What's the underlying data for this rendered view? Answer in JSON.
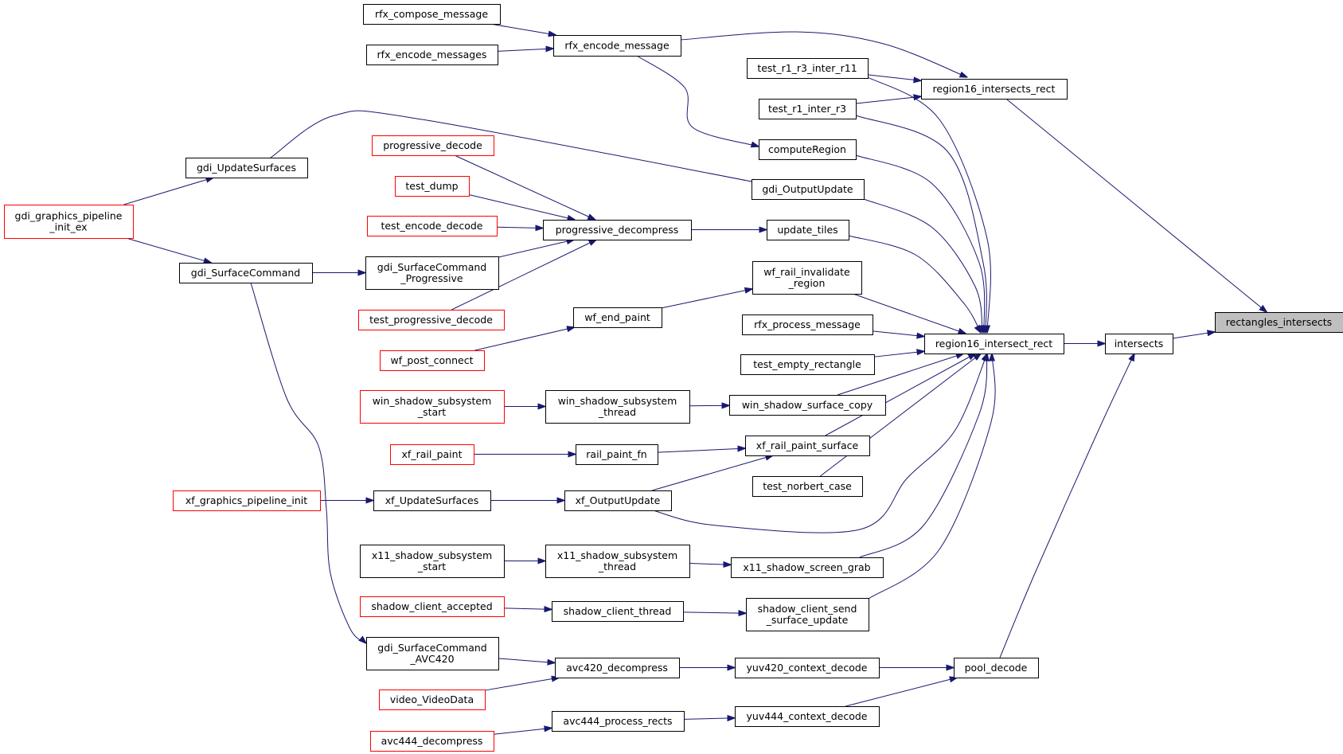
{
  "colors": {
    "edge": "#191970",
    "incomplete_border": "#ff0000",
    "complete_border": "#000000",
    "focus_fill": "#bfbfbf"
  },
  "nodes": {
    "rectangles_intersects": {
      "lines": [
        "rectangles_intersects"
      ],
      "kind": "focus"
    },
    "intersects": {
      "lines": [
        "intersects"
      ],
      "kind": "normal"
    },
    "region16_intersects_rect": {
      "lines": [
        "region16_intersects_rect"
      ],
      "kind": "normal"
    },
    "region16_intersect_rect": {
      "lines": [
        "region16_intersect_rect"
      ],
      "kind": "normal"
    },
    "pool_decode": {
      "lines": [
        "pool_decode"
      ],
      "kind": "normal"
    },
    "rfx_compose_message": {
      "lines": [
        "rfx_compose_message"
      ],
      "kind": "normal"
    },
    "rfx_encode_messages": {
      "lines": [
        "rfx_encode_messages"
      ],
      "kind": "normal"
    },
    "rfx_encode_message": {
      "lines": [
        "rfx_encode_message"
      ],
      "kind": "normal"
    },
    "test_r1_r3_inter_r11": {
      "lines": [
        "test_r1_r3_inter_r11"
      ],
      "kind": "normal"
    },
    "test_r1_inter_r3": {
      "lines": [
        "test_r1_inter_r3"
      ],
      "kind": "normal"
    },
    "computeRegion": {
      "lines": [
        "computeRegion"
      ],
      "kind": "normal"
    },
    "gdi_UpdateSurfaces": {
      "lines": [
        "gdi_UpdateSurfaces"
      ],
      "kind": "normal"
    },
    "gdi_OutputUpdate": {
      "lines": [
        "gdi_OutputUpdate"
      ],
      "kind": "normal"
    },
    "progressive_decode": {
      "lines": [
        "progressive_decode"
      ],
      "kind": "incomplete"
    },
    "test_dump": {
      "lines": [
        "test_dump"
      ],
      "kind": "incomplete"
    },
    "test_encode_decode": {
      "lines": [
        "test_encode_decode"
      ],
      "kind": "incomplete"
    },
    "gdi_graphics_pipeline_init_ex": {
      "lines": [
        "gdi_graphics_pipeline",
        "_init_ex"
      ],
      "kind": "incomplete"
    },
    "progressive_decompress": {
      "lines": [
        "progressive_decompress"
      ],
      "kind": "normal"
    },
    "update_tiles": {
      "lines": [
        "update_tiles"
      ],
      "kind": "normal"
    },
    "gdi_SurfaceCommand": {
      "lines": [
        "gdi_SurfaceCommand"
      ],
      "kind": "normal"
    },
    "gdi_SurfaceCommand_Progressive": {
      "lines": [
        "gdi_SurfaceCommand",
        "_Progressive"
      ],
      "kind": "normal"
    },
    "wf_rail_invalidate_region": {
      "lines": [
        "wf_rail_invalidate",
        "_region"
      ],
      "kind": "normal"
    },
    "test_progressive_decode": {
      "lines": [
        "test_progressive_decode"
      ],
      "kind": "incomplete"
    },
    "wf_end_paint": {
      "lines": [
        "wf_end_paint"
      ],
      "kind": "normal"
    },
    "rfx_process_message": {
      "lines": [
        "rfx_process_message"
      ],
      "kind": "normal"
    },
    "wf_post_connect": {
      "lines": [
        "wf_post_connect"
      ],
      "kind": "incomplete"
    },
    "test_empty_rectangle": {
      "lines": [
        "test_empty_rectangle"
      ],
      "kind": "normal"
    },
    "win_shadow_subsystem_start": {
      "lines": [
        "win_shadow_subsystem",
        "_start"
      ],
      "kind": "incomplete"
    },
    "win_shadow_subsystem_thread": {
      "lines": [
        "win_shadow_subsystem",
        "_thread"
      ],
      "kind": "normal"
    },
    "win_shadow_surface_copy": {
      "lines": [
        "win_shadow_surface_copy"
      ],
      "kind": "normal"
    },
    "xf_rail_paint": {
      "lines": [
        "xf_rail_paint"
      ],
      "kind": "incomplete"
    },
    "rail_paint_fn": {
      "lines": [
        "rail_paint_fn"
      ],
      "kind": "normal"
    },
    "xf_rail_paint_surface": {
      "lines": [
        "xf_rail_paint_surface"
      ],
      "kind": "normal"
    },
    "test_norbert_case": {
      "lines": [
        "test_norbert_case"
      ],
      "kind": "normal"
    },
    "xf_graphics_pipeline_init": {
      "lines": [
        "xf_graphics_pipeline_init"
      ],
      "kind": "incomplete"
    },
    "xf_UpdateSurfaces": {
      "lines": [
        "xf_UpdateSurfaces"
      ],
      "kind": "normal"
    },
    "xf_OutputUpdate": {
      "lines": [
        "xf_OutputUpdate"
      ],
      "kind": "normal"
    },
    "x11_shadow_subsystem_start": {
      "lines": [
        "x11_shadow_subsystem",
        "_start"
      ],
      "kind": "normal"
    },
    "x11_shadow_subsystem_thread": {
      "lines": [
        "x11_shadow_subsystem",
        "_thread"
      ],
      "kind": "normal"
    },
    "x11_shadow_screen_grab": {
      "lines": [
        "x11_shadow_screen_grab"
      ],
      "kind": "normal"
    },
    "shadow_client_accepted": {
      "lines": [
        "shadow_client_accepted"
      ],
      "kind": "incomplete"
    },
    "shadow_client_thread": {
      "lines": [
        "shadow_client_thread"
      ],
      "kind": "normal"
    },
    "shadow_client_send_surface_update": {
      "lines": [
        "shadow_client_send",
        "_surface_update"
      ],
      "kind": "normal"
    },
    "gdi_SurfaceCommand_AVC420": {
      "lines": [
        "gdi_SurfaceCommand",
        "_AVC420"
      ],
      "kind": "normal"
    },
    "avc420_decompress": {
      "lines": [
        "avc420_decompress"
      ],
      "kind": "normal"
    },
    "yuv420_context_decode": {
      "lines": [
        "yuv420_context_decode"
      ],
      "kind": "normal"
    },
    "video_VideoData": {
      "lines": [
        "video_VideoData"
      ],
      "kind": "incomplete"
    },
    "avc444_process_rects": {
      "lines": [
        "avc444_process_rects"
      ],
      "kind": "normal"
    },
    "yuv444_context_decode": {
      "lines": [
        "yuv444_context_decode"
      ],
      "kind": "normal"
    },
    "avc444_decompress": {
      "lines": [
        "avc444_decompress"
      ],
      "kind": "incomplete"
    }
  },
  "edges": [
    [
      "intersects",
      "rectangles_intersects"
    ],
    [
      "region16_intersects_rect",
      "rectangles_intersects"
    ],
    [
      "region16_intersect_rect",
      "intersects"
    ],
    [
      "pool_decode",
      "intersects"
    ],
    [
      "rfx_encode_message",
      "region16_intersects_rect"
    ],
    [
      "test_r1_r3_inter_r11",
      "region16_intersects_rect"
    ],
    [
      "test_r1_inter_r3",
      "region16_intersects_rect"
    ],
    [
      "rfx_compose_message",
      "rfx_encode_message"
    ],
    [
      "rfx_encode_messages",
      "rfx_encode_message"
    ],
    [
      "rfx_encode_message",
      "computeRegion"
    ],
    [
      "test_r1_r3_inter_r11",
      "region16_intersect_rect"
    ],
    [
      "test_r1_inter_r3",
      "region16_intersect_rect"
    ],
    [
      "computeRegion",
      "region16_intersect_rect"
    ],
    [
      "gdi_OutputUpdate",
      "region16_intersect_rect"
    ],
    [
      "update_tiles",
      "region16_intersect_rect"
    ],
    [
      "wf_rail_invalidate_region",
      "region16_intersect_rect"
    ],
    [
      "rfx_process_message",
      "region16_intersect_rect"
    ],
    [
      "test_empty_rectangle",
      "region16_intersect_rect"
    ],
    [
      "win_shadow_surface_copy",
      "region16_intersect_rect"
    ],
    [
      "xf_rail_paint_surface",
      "region16_intersect_rect"
    ],
    [
      "test_norbert_case",
      "region16_intersect_rect"
    ],
    [
      "xf_OutputUpdate",
      "region16_intersect_rect"
    ],
    [
      "x11_shadow_screen_grab",
      "region16_intersect_rect"
    ],
    [
      "shadow_client_send_surface_update",
      "region16_intersect_rect"
    ],
    [
      "gdi_UpdateSurfaces",
      "gdi_OutputUpdate"
    ],
    [
      "gdi_graphics_pipeline_init_ex",
      "gdi_UpdateSurfaces"
    ],
    [
      "gdi_graphics_pipeline_init_ex",
      "gdi_SurfaceCommand"
    ],
    [
      "progressive_decode",
      "progressive_decompress"
    ],
    [
      "test_dump",
      "progressive_decompress"
    ],
    [
      "test_encode_decode",
      "progressive_decompress"
    ],
    [
      "gdi_SurfaceCommand_Progressive",
      "progressive_decompress"
    ],
    [
      "test_progressive_decode",
      "progressive_decompress"
    ],
    [
      "progressive_decompress",
      "update_tiles"
    ],
    [
      "gdi_SurfaceCommand",
      "gdi_SurfaceCommand_Progressive"
    ],
    [
      "gdi_SurfaceCommand",
      "gdi_SurfaceCommand_AVC420"
    ],
    [
      "wf_end_paint",
      "wf_rail_invalidate_region"
    ],
    [
      "wf_post_connect",
      "wf_end_paint"
    ],
    [
      "win_shadow_subsystem_start",
      "win_shadow_subsystem_thread"
    ],
    [
      "win_shadow_subsystem_thread",
      "win_shadow_surface_copy"
    ],
    [
      "xf_rail_paint",
      "rail_paint_fn"
    ],
    [
      "rail_paint_fn",
      "xf_rail_paint_surface"
    ],
    [
      "xf_OutputUpdate",
      "xf_rail_paint_surface"
    ],
    [
      "xf_graphics_pipeline_init",
      "xf_UpdateSurfaces"
    ],
    [
      "xf_UpdateSurfaces",
      "xf_OutputUpdate"
    ],
    [
      "x11_shadow_subsystem_start",
      "x11_shadow_subsystem_thread"
    ],
    [
      "x11_shadow_subsystem_thread",
      "x11_shadow_screen_grab"
    ],
    [
      "shadow_client_accepted",
      "shadow_client_thread"
    ],
    [
      "shadow_client_thread",
      "shadow_client_send_surface_update"
    ],
    [
      "gdi_SurfaceCommand_AVC420",
      "avc420_decompress"
    ],
    [
      "video_VideoData",
      "avc420_decompress"
    ],
    [
      "avc420_decompress",
      "yuv420_context_decode"
    ],
    [
      "yuv420_context_decode",
      "pool_decode"
    ],
    [
      "avc444_decompress",
      "avc444_process_rects"
    ],
    [
      "avc444_process_rects",
      "yuv444_context_decode"
    ],
    [
      "yuv444_context_decode",
      "pool_decode"
    ]
  ]
}
